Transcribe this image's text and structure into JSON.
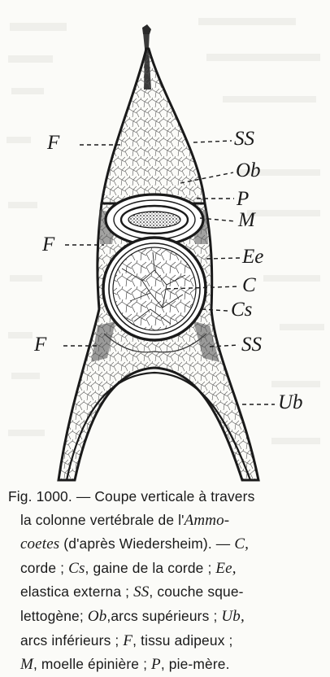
{
  "figure": {
    "labels": {
      "F_top": "F",
      "SS_top": "SS",
      "Ob": "Ob",
      "P": "P",
      "M": "M",
      "F_mid": "F",
      "Ee": "Ee",
      "C": "C",
      "Cs": "Cs",
      "F_low": "F",
      "SS_low": "SS",
      "Ub": "Ub"
    }
  },
  "caption": {
    "fig_label": "Fig. 1000.",
    "l1": " — Coupe verticale à travers",
    "l2a": "la colonne vertébrale  de l'",
    "l2b": "Ammo-",
    "l3a": "coetes",
    "l3b": " (d'après Wiedersheim). — ",
    "l3c": "C,",
    "l4a": "corde ; ",
    "l4b": "Cs",
    "l4c": ", gaine de la corde ; ",
    "l4d": "Ee,",
    "l5a": "elastica externa ; ",
    "l5b": "SS",
    "l5c": ", couche sque-",
    "l6a": "lettogène; ",
    "l6b": "Ob",
    "l6c": ",arcs supérieurs ; ",
    "l6d": "Ub,",
    "l7a": "arcs inférieurs ; ",
    "l7b": "F",
    "l7c": ",  tissu adipeux ;",
    "l8a": "M",
    "l8b": ", moelle épinière ; ",
    "l8c": "P",
    "l8d": ", pie-mère."
  }
}
